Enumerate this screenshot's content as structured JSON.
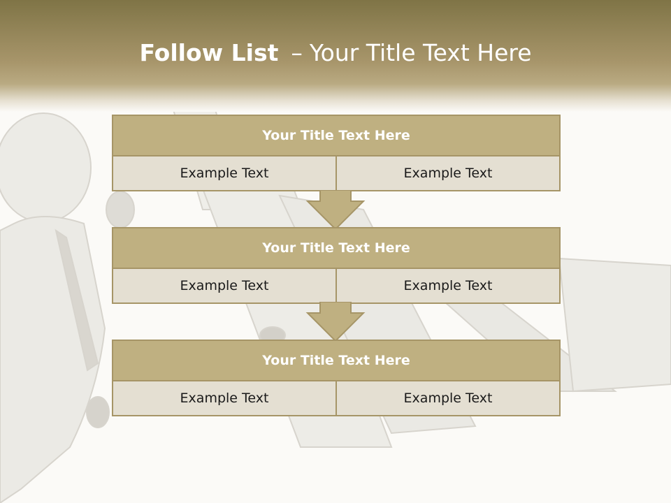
{
  "slide": {
    "title_bold": "Follow List",
    "title_sep": "–",
    "title_rest": "Your Title Text Here"
  },
  "blocks": [
    {
      "title": "Your Title Text Here",
      "left": "Example Text",
      "right": "Example Text"
    },
    {
      "title": "Your Title Text Here",
      "left": "Example Text",
      "right": "Example Text"
    },
    {
      "title": "Your Title Text Here",
      "left": "Example Text",
      "right": "Example Text"
    }
  ],
  "colors": {
    "header_dark": "#7f7446",
    "block_header": "#bfb081",
    "block_border": "#a69567",
    "cell_fill": "#e4dfd2"
  }
}
